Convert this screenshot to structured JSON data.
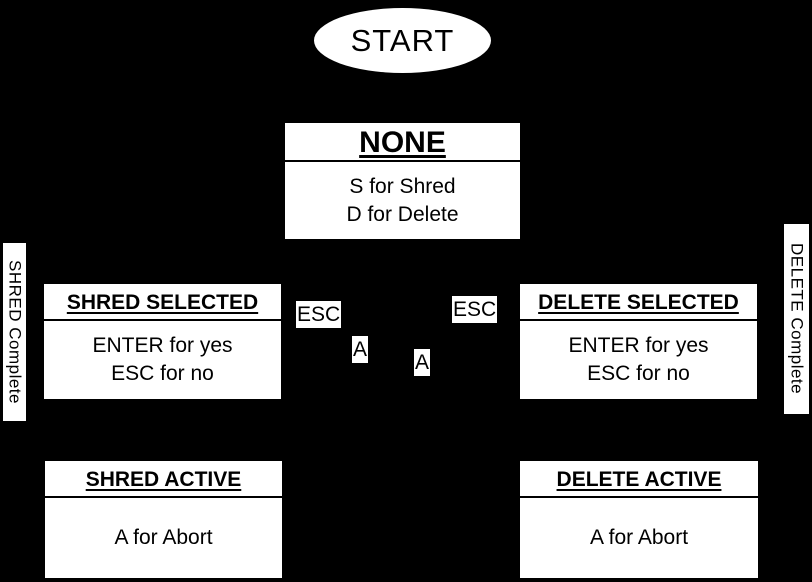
{
  "diagram": {
    "colors": {
      "background": "#000000",
      "node_fill": "#ffffff",
      "node_text": "#000000"
    },
    "start_label": "START",
    "states": [
      {
        "id": "none",
        "title": "NONE",
        "lines": [
          "S for Shred",
          "D for Delete"
        ]
      },
      {
        "id": "shred-selected",
        "title": "SHRED SELECTED",
        "lines": [
          "ENTER for yes",
          "ESC for no"
        ]
      },
      {
        "id": "delete-selected",
        "title": "DELETE SELECTED",
        "lines": [
          "ENTER for yes",
          "ESC for no"
        ]
      },
      {
        "id": "shred-active",
        "title": "SHRED ACTIVE",
        "lines": [
          "A for Abort"
        ]
      },
      {
        "id": "delete-active",
        "title": "DELETE ACTIVE",
        "lines": [
          "A for Abort"
        ]
      }
    ],
    "edge_labels": [
      {
        "id": "esc-left",
        "text": "ESC"
      },
      {
        "id": "a-left",
        "text": "A"
      },
      {
        "id": "a-right",
        "text": "A"
      },
      {
        "id": "esc-right",
        "text": "ESC"
      }
    ],
    "side_labels": [
      {
        "id": "shred-complete",
        "text": "SHRED Complete"
      },
      {
        "id": "delete-complete",
        "text": "DELETE Complete"
      }
    ]
  }
}
